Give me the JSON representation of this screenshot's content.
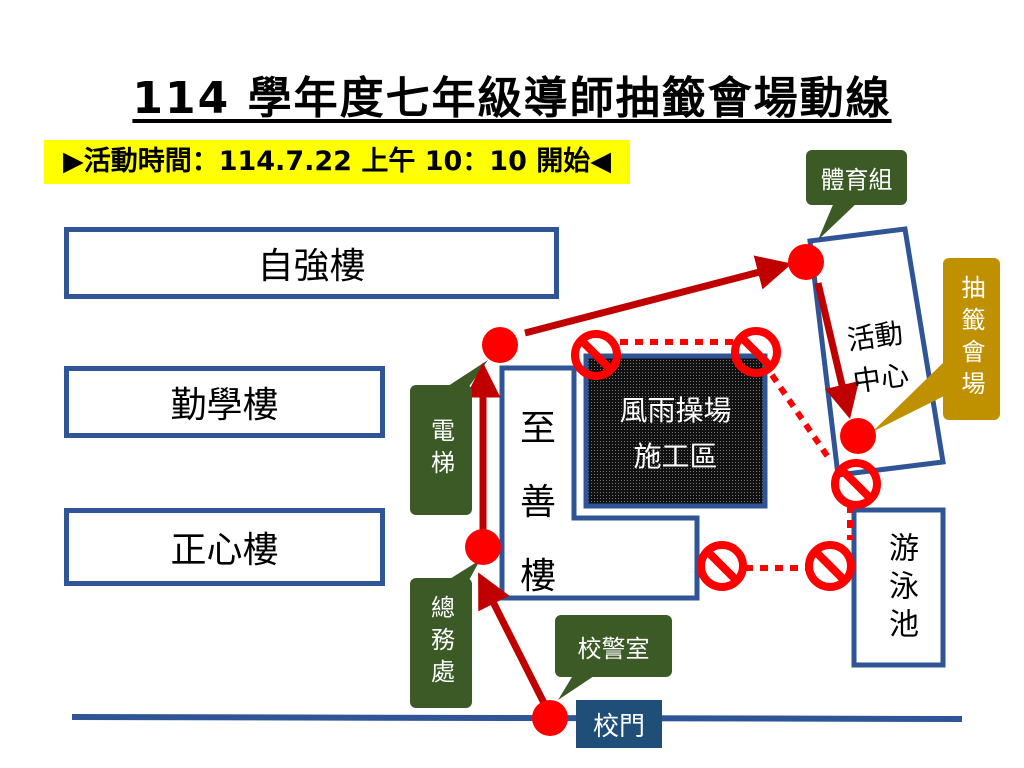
{
  "title": "114 學年度七年級導師抽籤會場動線",
  "banner": "▶活動時間：114.7.22 上午 10：10 開始◀",
  "buildings": {
    "ziqiang": "自強樓",
    "qinxue": "勤學樓",
    "zhengxin": "正心樓",
    "zhishan": [
      "至",
      "善",
      "樓"
    ],
    "activity_center": "活動中心",
    "pool": "游泳池",
    "construction": [
      "風雨操場",
      "施工區"
    ]
  },
  "labels": {
    "sports_group": "體育組",
    "elevator": "電梯",
    "general_affairs": "總務處",
    "guard_room": "校警室",
    "school_gate": "校門",
    "lottery_venue": "抽籤會場"
  },
  "colors": {
    "blue": "#2f5597",
    "green": "#3b5a25",
    "gold": "#bf9000",
    "red": "#ff0000",
    "arrow": "#c00000",
    "gate": "#1f4e79"
  }
}
